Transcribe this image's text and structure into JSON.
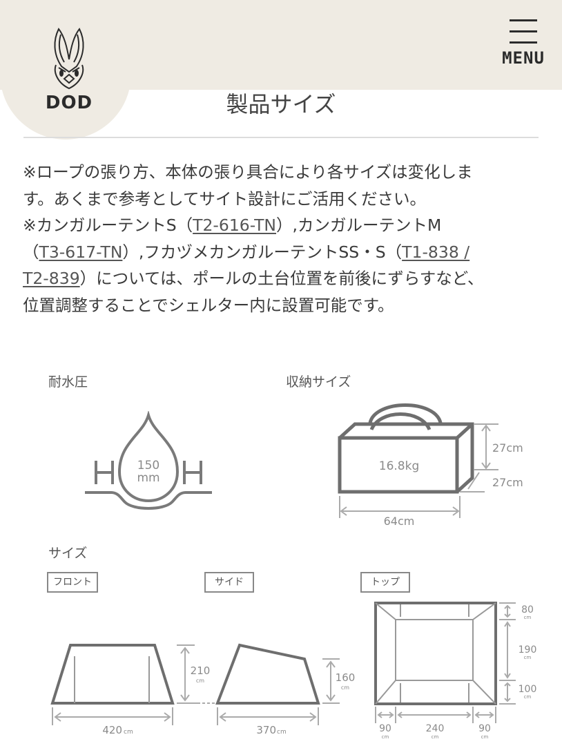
{
  "header": {
    "brand": "DOD",
    "menu_label": "MENU",
    "bg_color": "#efebe3"
  },
  "page": {
    "title": "製品サイズ"
  },
  "notes": {
    "line1": "※ロープの張り方、本体の張り具合により各サイズは変化しま",
    "line2": "す。あくまで参考としてサイト設計にご活用ください。",
    "line3_pre": "※カンガルーテントS（",
    "link1": "T2-616-TN",
    "line3_post": "）,カンガルーテントM",
    "line4_pre": "（",
    "link2": "T3-617-TN",
    "line4_mid": "）,フカヅメカンガルーテントSS・S（",
    "link3a": "T1-838 /",
    "link3b": "T2-839",
    "line5_post": "）については、ポールの土台位置を前後にずらすなど、",
    "line6": "位置調整することでシェルター内に設置可能です。"
  },
  "water_resistance": {
    "label": "耐水圧",
    "value": "150",
    "unit": "mm",
    "h_left": "H",
    "h_right": "H"
  },
  "storage": {
    "label": "収納サイズ",
    "weight": "16.8kg",
    "height": "27cm",
    "depth": "27cm",
    "width": "64cm"
  },
  "size": {
    "label": "サイズ",
    "front": {
      "tag": "フロント",
      "height": "210",
      "height_unit": "cm",
      "width": "420",
      "width_unit": "cm"
    },
    "side": {
      "tag": "サイド",
      "height": "160",
      "height_unit": "cm",
      "width": "370",
      "width_unit": "cm"
    },
    "top": {
      "tag": "トップ",
      "right_dims": [
        {
          "value": "80",
          "unit": "cm"
        },
        {
          "value": "190",
          "unit": "cm"
        },
        {
          "value": "100",
          "unit": "cm"
        }
      ],
      "bottom_dims": [
        {
          "value": "90",
          "unit": "cm"
        },
        {
          "value": "240",
          "unit": "cm"
        },
        {
          "value": "90",
          "unit": "cm"
        }
      ]
    }
  }
}
